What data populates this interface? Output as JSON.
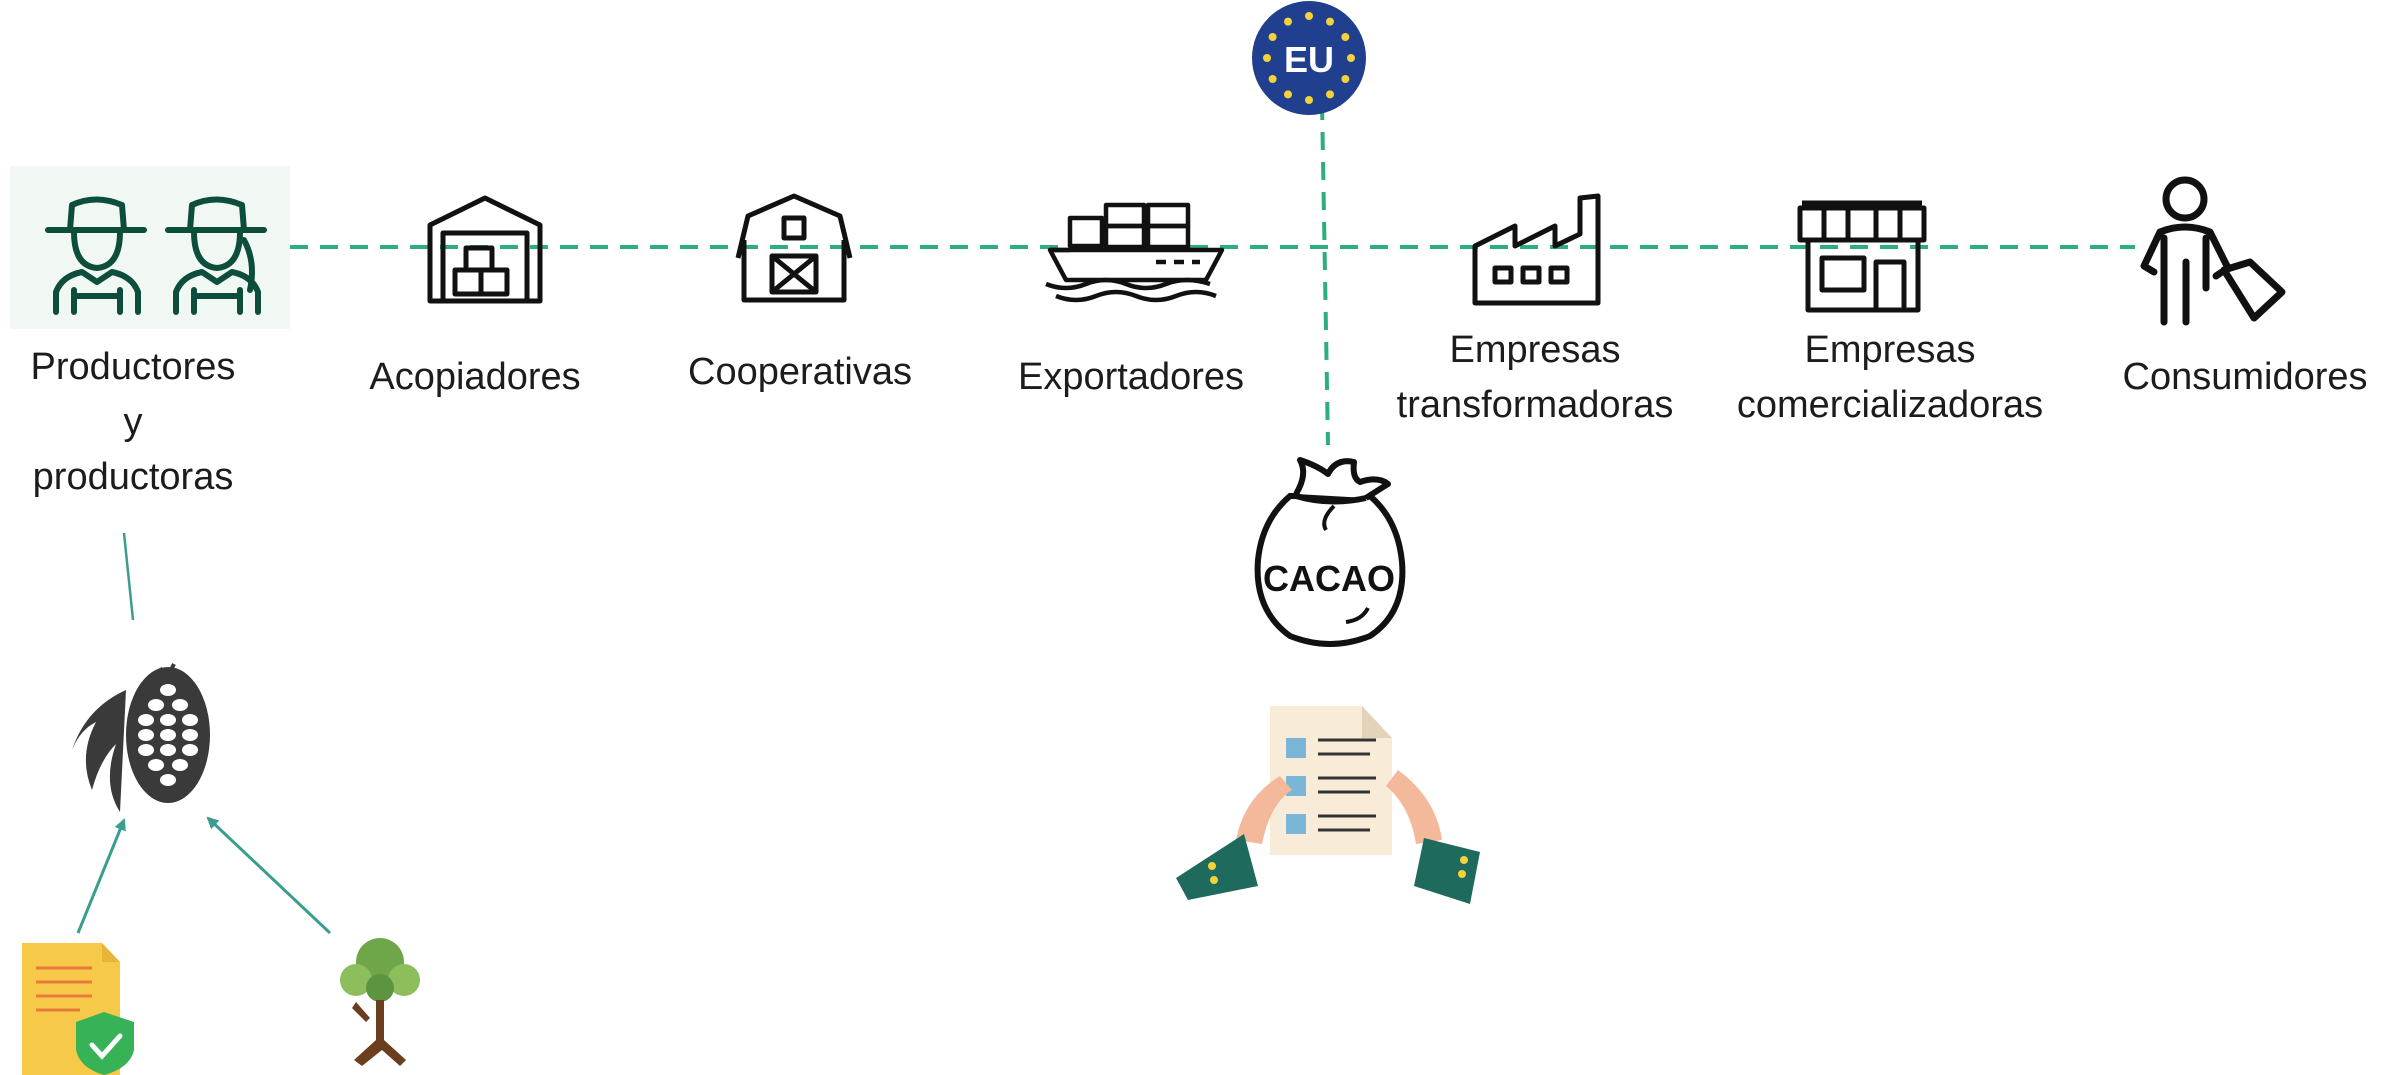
{
  "badge": {
    "eu_text": "EU",
    "cacao_text": "CACAO"
  },
  "actors": [
    {
      "id": "productores",
      "label_lines": [
        "Productores",
        "y",
        "productoras"
      ]
    },
    {
      "id": "acopiadores",
      "label_lines": [
        "Acopiadores"
      ]
    },
    {
      "id": "cooperativas",
      "label_lines": [
        "Cooperativas"
      ]
    },
    {
      "id": "exportadores",
      "label_lines": [
        "Exportadores"
      ]
    },
    {
      "id": "transformadoras",
      "label_lines": [
        "Empresas",
        "transformadoras"
      ]
    },
    {
      "id": "comercializadoras",
      "label_lines": [
        "Empresas",
        "comercializadoras"
      ]
    },
    {
      "id": "consumidores",
      "label_lines": [
        "Consumidores"
      ]
    }
  ],
  "colors": {
    "chain_line": "#2dae7c",
    "arrow": "#3a9e8f",
    "icon_dark": "#111111",
    "farmer_green": "#0d4d3c",
    "eu_blue": "#213f8f",
    "eu_star": "#f4d23a"
  },
  "icons": [
    "farmers-icon",
    "warehouse-icon",
    "barn-icon",
    "cargo-ship-icon",
    "factory-icon",
    "storefront-icon",
    "consumer-shopping-icon",
    "eu-flag-icon",
    "cacao-sack-icon",
    "contract-handover-icon",
    "cacao-pod-icon",
    "certified-document-icon",
    "tree-icon"
  ]
}
